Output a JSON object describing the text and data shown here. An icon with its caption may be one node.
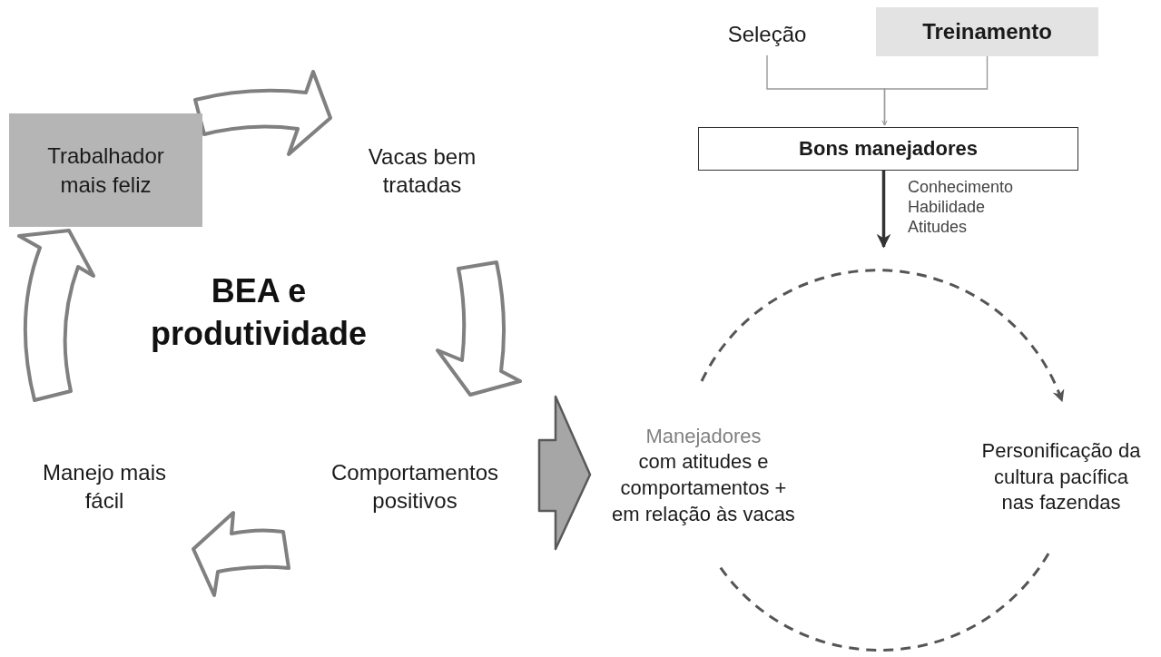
{
  "diagram": {
    "title": "BEA e produtividade",
    "nodes": [
      {
        "text": [
          "Seleção"
        ]
      },
      {
        "text": [
          "Treinamento"
        ]
      },
      {
        "text": [
          "Bons manejadores"
        ]
      },
      {
        "text": [
          "Trabalhador mais feliz"
        ]
      },
      {
        "text": [
          "Vacas bem tratadas"
        ]
      },
      {
        "text": [
          "Comportamentos positivos"
        ]
      },
      {
        "text": [
          "Manejo mais fácil"
        ]
      },
      {
        "text": [
          "Manejadores",
          "com atitudes e comportamentos + em relação às vacas"
        ]
      },
      {
        "text": [
          "Personificação da cultura pacífica nas fazendas"
        ]
      }
    ],
    "edges": [
      {
        "from": 0,
        "to": 2,
        "arrow": "to"
      },
      {
        "from": 1,
        "to": 2,
        "arrow": "to"
      },
      {
        "from": 2,
        "to": null,
        "arrow": "to",
        "label": "Conhecimento Habilidade Atitudes",
        "color": "#333333"
      },
      {
        "from": 3,
        "to": 4,
        "arrow": "to",
        "style": "thick"
      },
      {
        "from": 4,
        "to": 5,
        "arrow": "to",
        "style": "thick"
      },
      {
        "from": 5,
        "to": 6,
        "arrow": "to",
        "style": "thick"
      },
      {
        "from": 6,
        "to": 3,
        "arrow": "to",
        "style": "thick"
      },
      {
        "from": 5,
        "to": 7,
        "arrow": "to",
        "style": "thick",
        "color": "#a6a6a6"
      },
      {
        "from": 7,
        "to": 8,
        "arrow": "to",
        "style": "dashed",
        "color": "#555555"
      },
      {
        "from": 8,
        "to": 7,
        "arrow": "none",
        "style": "dashed",
        "color": "#555555"
      }
    ]
  }
}
